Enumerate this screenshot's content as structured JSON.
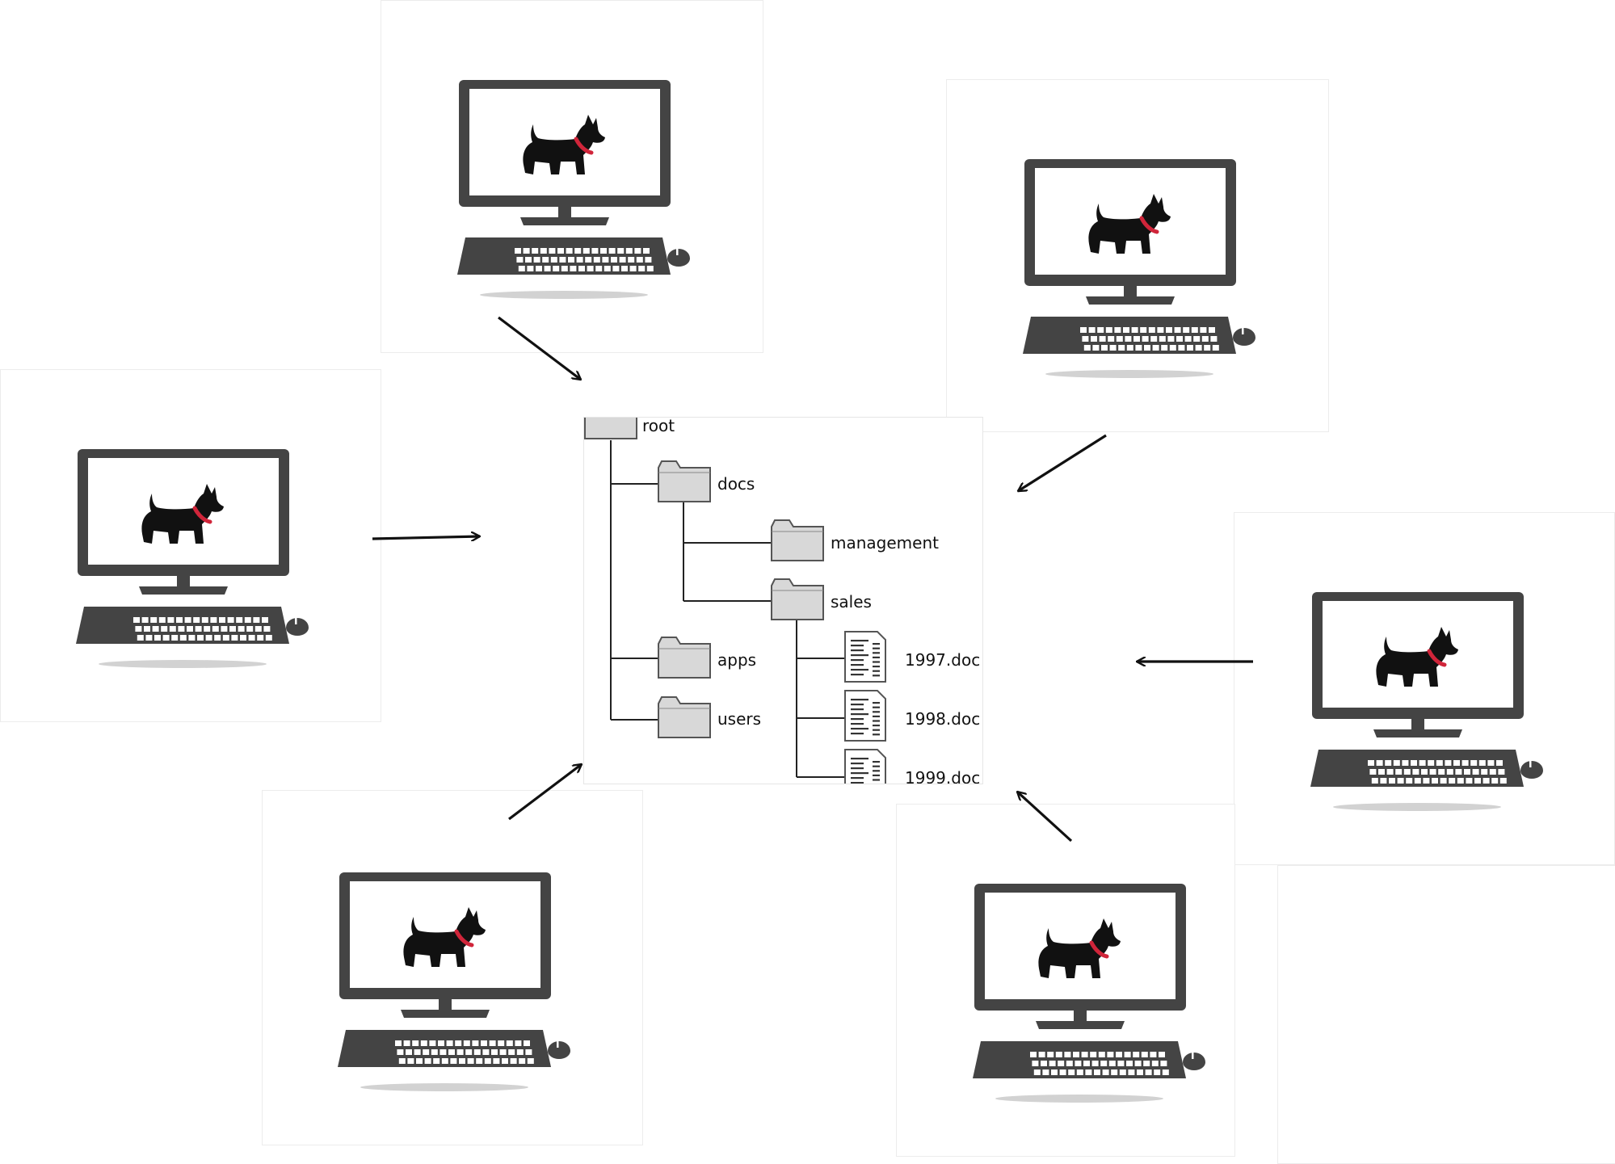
{
  "diagram": {
    "colors": {
      "computer": "#444444",
      "dog": "#111111",
      "collar": "#d0253a",
      "shadow": "#d2d2d2",
      "folder_fill": "#d8d8d8",
      "folder_stroke": "#555555",
      "tree_line": "#222222",
      "arrow": "#111111"
    },
    "computers": [
      {
        "id": "computer-top"
      },
      {
        "id": "computer-top-right"
      },
      {
        "id": "computer-left"
      },
      {
        "id": "computer-right"
      },
      {
        "id": "computer-bottom-left"
      },
      {
        "id": "computer-bottom-right"
      }
    ],
    "file_tree": {
      "nodes": [
        {
          "id": "root",
          "label": "root",
          "type": "folder",
          "parent": null
        },
        {
          "id": "docs",
          "label": "docs",
          "type": "folder",
          "parent": "root"
        },
        {
          "id": "management",
          "label": "management",
          "type": "folder",
          "parent": "docs"
        },
        {
          "id": "sales",
          "label": "sales",
          "type": "folder",
          "parent": "docs"
        },
        {
          "id": "1997",
          "label": "1997.doc",
          "type": "file",
          "parent": "sales"
        },
        {
          "id": "1998",
          "label": "1998.doc",
          "type": "file",
          "parent": "sales"
        },
        {
          "id": "1999",
          "label": "1999.doc",
          "type": "file",
          "parent": "sales"
        },
        {
          "id": "apps",
          "label": "apps",
          "type": "folder",
          "parent": "root"
        },
        {
          "id": "users",
          "label": "users",
          "type": "folder",
          "parent": "root"
        }
      ]
    }
  }
}
